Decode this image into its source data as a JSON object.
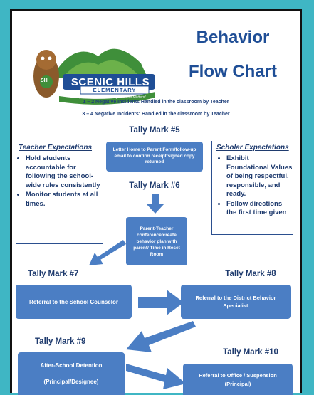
{
  "logo": {
    "initials": "SH",
    "name_line1": "SCENIC HILLS",
    "name_line2": "ELEMENTARY",
    "motto": "Every Student Counts! Every Moment Matters!",
    "colors": {
      "mountain": "#3f8f3a",
      "banner": "#1f4e96",
      "mascot": "#8a5a2b"
    }
  },
  "title": {
    "line1": "Behavior",
    "line2": "Flow Chart"
  },
  "rules": {
    "line1": "1 – 2 Negative Incidents Handled in the classroom by Teacher",
    "line2": "3 – 4 Negative Incidents: Handled in the classroom by Teacher"
  },
  "teacher_expectations": {
    "heading": "Teacher Expectations",
    "items": [
      "Hold students accountable for following the school-wide rules consistently",
      "Monitor students at all times."
    ]
  },
  "scholar_expectations": {
    "heading": "Scholar Expectations",
    "items": [
      "Exhibit Foundational Values of being respectful, responsible, and ready.",
      "Follow directions the first time given"
    ]
  },
  "steps": {
    "t5": {
      "label": "Tally Mark #5",
      "action": "Letter Home to Parent Form/follow-up email to confirm receipt/signed copy returned"
    },
    "t6": {
      "label": "Tally Mark #6",
      "action": "Parent-Teacher conference/create behavior plan with parent/ Time in Reset Room"
    },
    "t7": {
      "label": "Tally Mark #7",
      "action": "Referral to the School Counselor"
    },
    "t8": {
      "label": "Tally Mark #8",
      "action": "Referral to the District Behavior Specialist"
    },
    "t9": {
      "label": "Tally Mark #9",
      "action_line1": "After-School Detention",
      "action_line2": "(Principal/Designee)"
    },
    "t10": {
      "label": "Tally Mark #10",
      "action_line1": "Referral to Office / Suspension",
      "action_line2": "(Principal)"
    }
  },
  "colors": {
    "box": "#4b7ec4",
    "text_blue": "#1f4e96",
    "background": "#3fb6c4"
  }
}
